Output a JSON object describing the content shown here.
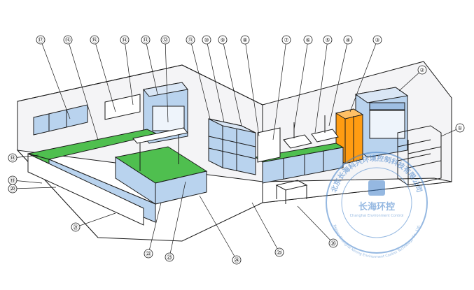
{
  "callouts": [
    {
      "num": "①"
    },
    {
      "num": "②"
    },
    {
      "num": "③"
    },
    {
      "num": "④"
    },
    {
      "num": "⑤"
    },
    {
      "num": "⑥"
    },
    {
      "num": "⑦"
    },
    {
      "num": "⑧"
    },
    {
      "num": "⑨"
    },
    {
      "num": "⑩"
    },
    {
      "num": "⑪"
    },
    {
      "num": "⑫"
    },
    {
      "num": "⑬"
    },
    {
      "num": "⑭"
    },
    {
      "num": "⑮"
    },
    {
      "num": "⑯"
    },
    {
      "num": "⑰"
    },
    {
      "num": "⑱"
    },
    {
      "num": "⑲"
    },
    {
      "num": "⑳"
    },
    {
      "num": "㉑"
    },
    {
      "num": "㉒"
    },
    {
      "num": "㉓"
    },
    {
      "num": "㉔"
    },
    {
      "num": "㉕"
    },
    {
      "num": "㉖"
    }
  ],
  "watermark": {
    "ring_text": "北京长海科兴环境控制科技有限公司",
    "ring_text_en": "Beijing Changhai Kexing Environment Control Technology Co., Ltd.",
    "brand_cn": "长海环控",
    "brand_en": "Changhai Environment Control"
  },
  "colors": {
    "line": "#1a1a1a",
    "bench_top": "#4fbf4f",
    "cabinet_blue": "#b9d3ee",
    "wall": "#f5f5f7",
    "orange_cabinet": "#ff9c12",
    "watermark_blue": "#3f7fc9"
  }
}
